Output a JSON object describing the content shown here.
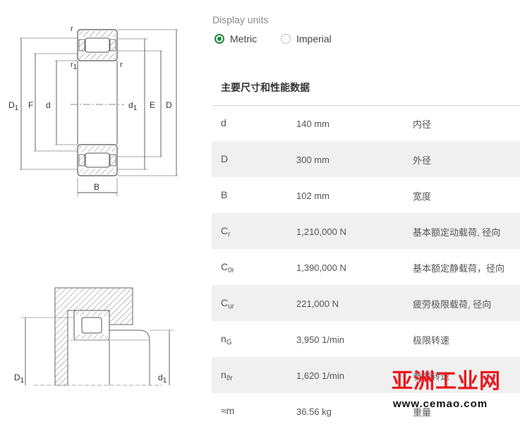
{
  "display_units": {
    "label": "Display units",
    "options": [
      {
        "label": "Metric",
        "selected": true
      },
      {
        "label": "Imperial",
        "selected": false
      }
    ]
  },
  "section": {
    "title": "主要尺寸和性能数据"
  },
  "specs": [
    {
      "symbol": "d",
      "sub": "",
      "value": "140 mm",
      "desc": "内径"
    },
    {
      "symbol": "D",
      "sub": "",
      "value": "300 mm",
      "desc": "外径"
    },
    {
      "symbol": "B",
      "sub": "",
      "value": "102 mm",
      "desc": "宽度"
    },
    {
      "symbol": "C",
      "sub": "r",
      "value": "1,210,000 N",
      "desc": "基本额定动载荷, 径向"
    },
    {
      "symbol": "C",
      "sub": "0r",
      "value": "1,390,000 N",
      "desc": "基本额定静载荷，径向"
    },
    {
      "symbol": "C",
      "sub": "ur",
      "value": "221,000 N",
      "desc": "疲劳极限载荷, 径向"
    },
    {
      "symbol": "n",
      "sub": "G",
      "value": "3,950 1/min",
      "desc": "极限转速"
    },
    {
      "symbol": "n",
      "sub": "ϑr",
      "value": "1,620 1/min",
      "desc": "参考转速"
    },
    {
      "symbol": "≈m",
      "sub": "",
      "value": "36.56 kg",
      "desc": "重量"
    }
  ],
  "diagram_top": {
    "labels": [
      "r",
      "r",
      "r",
      "D",
      "F",
      "d",
      "d",
      "E",
      "D",
      "B"
    ],
    "subs": {
      "r_left": "1",
      "D1": "1",
      "d1": "1"
    }
  },
  "diagram_bottom": {
    "labels": [
      "D",
      "d"
    ],
    "subs": [
      "1",
      "1"
    ]
  },
  "watermark": {
    "cn": "亚洲工业网",
    "url": "www.cemao.com"
  },
  "colors": {
    "accent": "#1e8a3e",
    "watermark_red": "#e8191e",
    "row_alt": "#f0f0f0"
  }
}
